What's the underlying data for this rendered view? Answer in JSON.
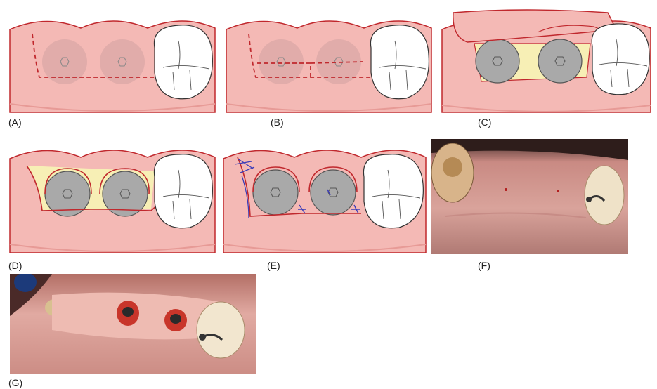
{
  "figure": {
    "panels": [
      {
        "id": "A",
        "label": "(A)",
        "kind": "illustration"
      },
      {
        "id": "B",
        "label": "(B)",
        "kind": "illustration"
      },
      {
        "id": "C",
        "label": "(C)",
        "kind": "illustration"
      },
      {
        "id": "D",
        "label": "(D)",
        "kind": "illustration"
      },
      {
        "id": "E",
        "label": "(E)",
        "kind": "illustration"
      },
      {
        "id": "F",
        "label": "(F)",
        "kind": "clinical-photo"
      },
      {
        "id": "G",
        "label": "(G)",
        "kind": "clinical-photo"
      }
    ]
  },
  "colors": {
    "gingiva": "#f4b9b5",
    "gingiva_dark": "#e79a96",
    "incision": "#c0282d",
    "implant": "#a9a9a9",
    "bone": "#f7efb5",
    "suture": "#3d3db8",
    "tooth": "#ffffff"
  }
}
